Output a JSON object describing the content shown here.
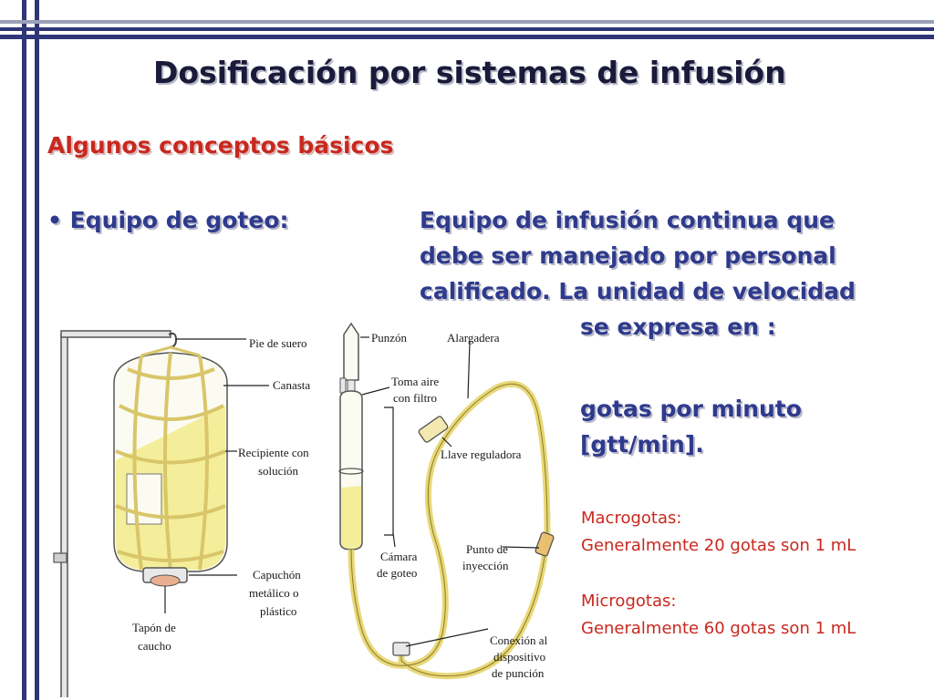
{
  "slide": {
    "title": "Dosificación por sistemas de infusión",
    "subtitle": "Algunos conceptos básicos",
    "bullet_label": "• Equipo de goteo:",
    "description_lines": [
      "Equipo de infusión continua que",
      "debe ser manejado por personal",
      "calificado. La unidad de velocidad",
      "se expresa en :"
    ],
    "units_lines": [
      "gotas por minuto",
      "[gtt/min]."
    ],
    "macro": {
      "label": "Macrogotas:",
      "text": "Generalmente 20 gotas son 1 mL"
    },
    "micro": {
      "label": "Microgotas:",
      "text": "Generalmente 60 gotas son 1 mL"
    },
    "colors": {
      "accent": "#2e3578",
      "title_text": "#1a1a3a",
      "body_text": "#2e3a8c",
      "highlight_red": "#c8281e",
      "fluid_yellow": "#f4ee9a"
    }
  },
  "diagram": {
    "labels": {
      "pie_de_suero": "Pie de suero",
      "canasta": "Canasta",
      "recipiente_1": "Recipiente con",
      "recipiente_2": "solución",
      "capuchon_1": "Capuchón",
      "capuchon_2": "metálico o",
      "capuchon_3": "plástico",
      "tapon_1": "Tapón de",
      "tapon_2": "caucho",
      "punzon": "Punzón",
      "alargadera": "Alargadera",
      "toma_aire_1": "Toma aire",
      "toma_aire_2": "con filtro",
      "llave": "Llave reguladora",
      "camara_1": "Cámara",
      "camara_2": "de goteo",
      "punto_1": "Punto de",
      "punto_2": "inyección",
      "conexion_1": "Conexión al",
      "conexion_2": "dispositivo",
      "conexion_3": "de punción"
    }
  }
}
